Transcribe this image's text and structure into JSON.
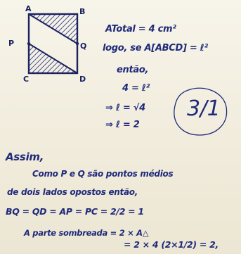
{
  "points": {
    "a": "A",
    "b": "B",
    "c": "C",
    "d": "D",
    "p": "P",
    "q": "Q"
  },
  "notes": {
    "line1": "ATotal = 4 cm²",
    "line2": "logo, se A[ABCD] = ℓ²",
    "line3": "então,",
    "line4": "4 = ℓ²",
    "line5": "⇒ ℓ = √4",
    "line6": "⇒ ℓ = 2",
    "score": "3/1",
    "line7": "Assim,",
    "line8": "Como P e Q são pontos médios",
    "line9": "de dois lados opostos então,",
    "line10": "BQ = QD = AP = PC = 2/2 = 1",
    "line11": "A parte sombreada = 2 × A△",
    "line12": "= 2 × 4 (2×1/2) = 2,"
  }
}
